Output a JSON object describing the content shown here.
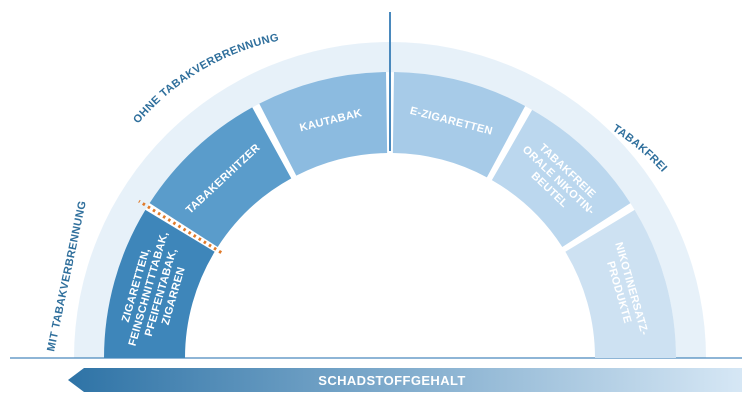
{
  "categories": {
    "burning": "MIT TABAKVERBRENNUNG",
    "no_burning": "OHNE TABAKVERBRENNUNG",
    "tobacco_free": "TABAKFREI"
  },
  "segments": [
    {
      "id": "cigarettes",
      "lines": [
        "ZIGARETTEN,",
        "FEINSCHNITTTABAK,",
        "PFEIFENTABAK,",
        "ZIGARREN"
      ],
      "color": "#3e86ba"
    },
    {
      "id": "heater",
      "lines": [
        "TABAKERHITZER"
      ],
      "color": "#5a9ccb"
    },
    {
      "id": "chewing",
      "lines": [
        "KAUTABAK"
      ],
      "color": "#8cbbe0"
    },
    {
      "id": "ecig",
      "lines": [
        "E-ZIGARETTEN"
      ],
      "color": "#a7cbe8"
    },
    {
      "id": "pouches",
      "lines": [
        "TABAKFREIE",
        "ORALE NIKOTIN-",
        "BEUTEL"
      ],
      "color": "#bbd7ee"
    },
    {
      "id": "nrt",
      "lines": [
        "NIKOTINERSATZ-",
        "PRODUKTE"
      ],
      "color": "#cde1f2"
    }
  ],
  "arrow": {
    "label": "SCHADSTOFFGEHALT"
  },
  "colors": {
    "accent_line": "#2f6f9c",
    "divider": "#e07b2b",
    "arrow_dark": "#2e73a6",
    "arrow_light": "#c9def0"
  }
}
